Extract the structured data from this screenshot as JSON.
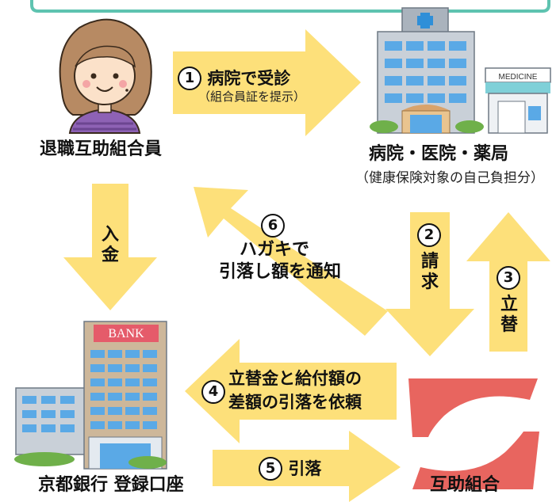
{
  "nodes": {
    "member": "退職互助組合員",
    "hospital": "病院・医院・薬局",
    "hospital_note": "（健康保険対象の自己負担分）",
    "bank": "京都銀行 登録口座",
    "association": "互助組合",
    "bank_sign": "BANK",
    "pharmacy_sign": "MEDICINE"
  },
  "steps": {
    "s1": {
      "num": "1",
      "text": "病院で受診",
      "note": "（組合員証を提示）"
    },
    "s2": {
      "num": "2",
      "text": "請求"
    },
    "s3": {
      "num": "3",
      "text": "立替"
    },
    "s4": {
      "num": "4",
      "line1": "立替金と給付額の",
      "line2": "差額の引落を依頼"
    },
    "s5": {
      "num": "5",
      "text": "引落"
    },
    "s6": {
      "num": "6",
      "line1": "ハガキで",
      "line2": "引落し額を通知"
    },
    "deposit": "入金"
  },
  "colors": {
    "arrow": "#fde07a",
    "header_bar": "#5ec3b0",
    "logo": "#e8655f",
    "building": "#aab3bd",
    "window": "#5aa9e6"
  }
}
